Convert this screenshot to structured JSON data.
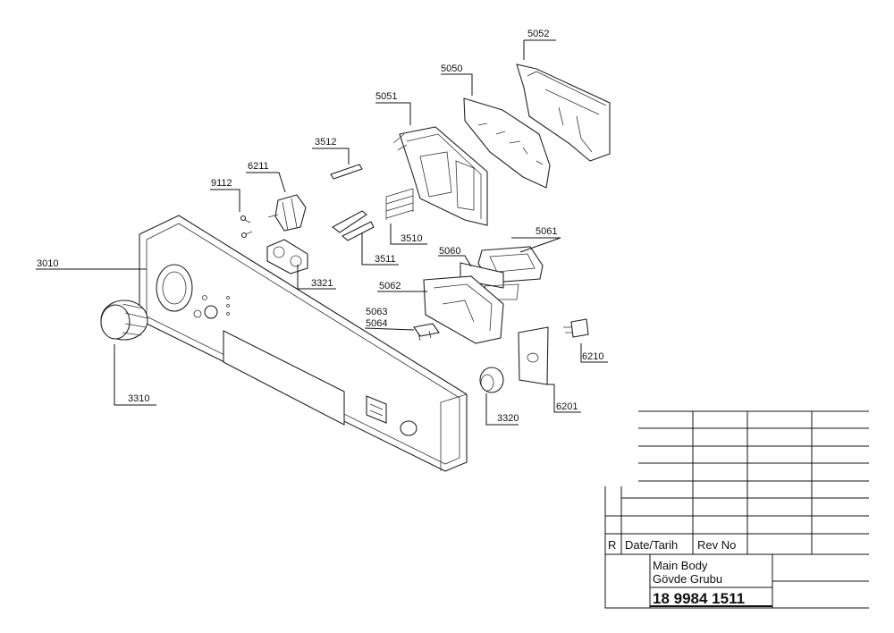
{
  "part_labels": {
    "p5052": "5052",
    "p5050": "5050",
    "p5051": "5051",
    "p3512": "3512",
    "p6211": "6211",
    "p9112": "9112",
    "p3010": "3010",
    "p3321": "3321",
    "p3510": "3510",
    "p3511": "3511",
    "p5061": "5061",
    "p5060": "5060",
    "p5062": "5062",
    "p5063": "5063",
    "p5064": "5064",
    "p6210": "6210",
    "p3310": "3310",
    "p3320": "3320",
    "p6201": "6201"
  },
  "title_block": {
    "rev_col_r": "R",
    "rev_col_date": "Date/Tarih",
    "rev_col_no": "Rev No",
    "title_en": "Main Body",
    "title_tr": "Gövde Grubu",
    "drawing_number": "18 9984 1511"
  }
}
